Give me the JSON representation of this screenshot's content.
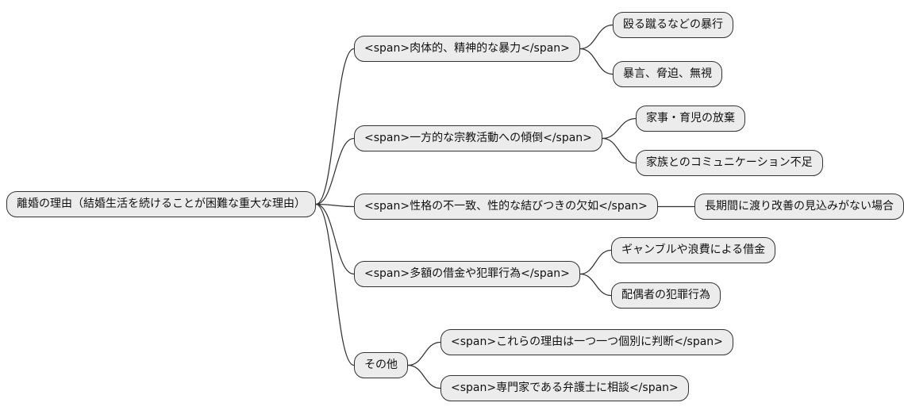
{
  "diagram": {
    "root": {
      "label": "離婚の理由（結婚生活を続けることが困難な重大な理由）"
    },
    "branches": [
      {
        "label": "<span>肉体的、精神的な暴力</span>",
        "children": [
          {
            "label": "殴る蹴るなどの暴行"
          },
          {
            "label": "暴言、脅迫、無視"
          }
        ]
      },
      {
        "label": "<span>一方的な宗教活動への傾倒</span>",
        "children": [
          {
            "label": "家事・育児の放棄"
          },
          {
            "label": "家族とのコミュニケーション不足"
          }
        ]
      },
      {
        "label": "<span>性格の不一致、性的な結びつきの欠如</span>",
        "children": [
          {
            "label": "長期間に渡り改善の見込みがない場合"
          }
        ]
      },
      {
        "label": "<span>多額の借金や犯罪行為</span>",
        "children": [
          {
            "label": "ギャンブルや浪費による借金"
          },
          {
            "label": "配偶者の犯罪行為"
          }
        ]
      },
      {
        "label": "その他",
        "children": [
          {
            "label": "<span>これらの理由は一つ一つ個別に判断</span>"
          },
          {
            "label": "<span>専門家である弁護士に相談</span>"
          }
        ]
      }
    ],
    "colors": {
      "background": "#ffffff",
      "node_fill": "#ececec",
      "node_border": "#333333",
      "edge": "#333333",
      "text": "#111111"
    }
  }
}
